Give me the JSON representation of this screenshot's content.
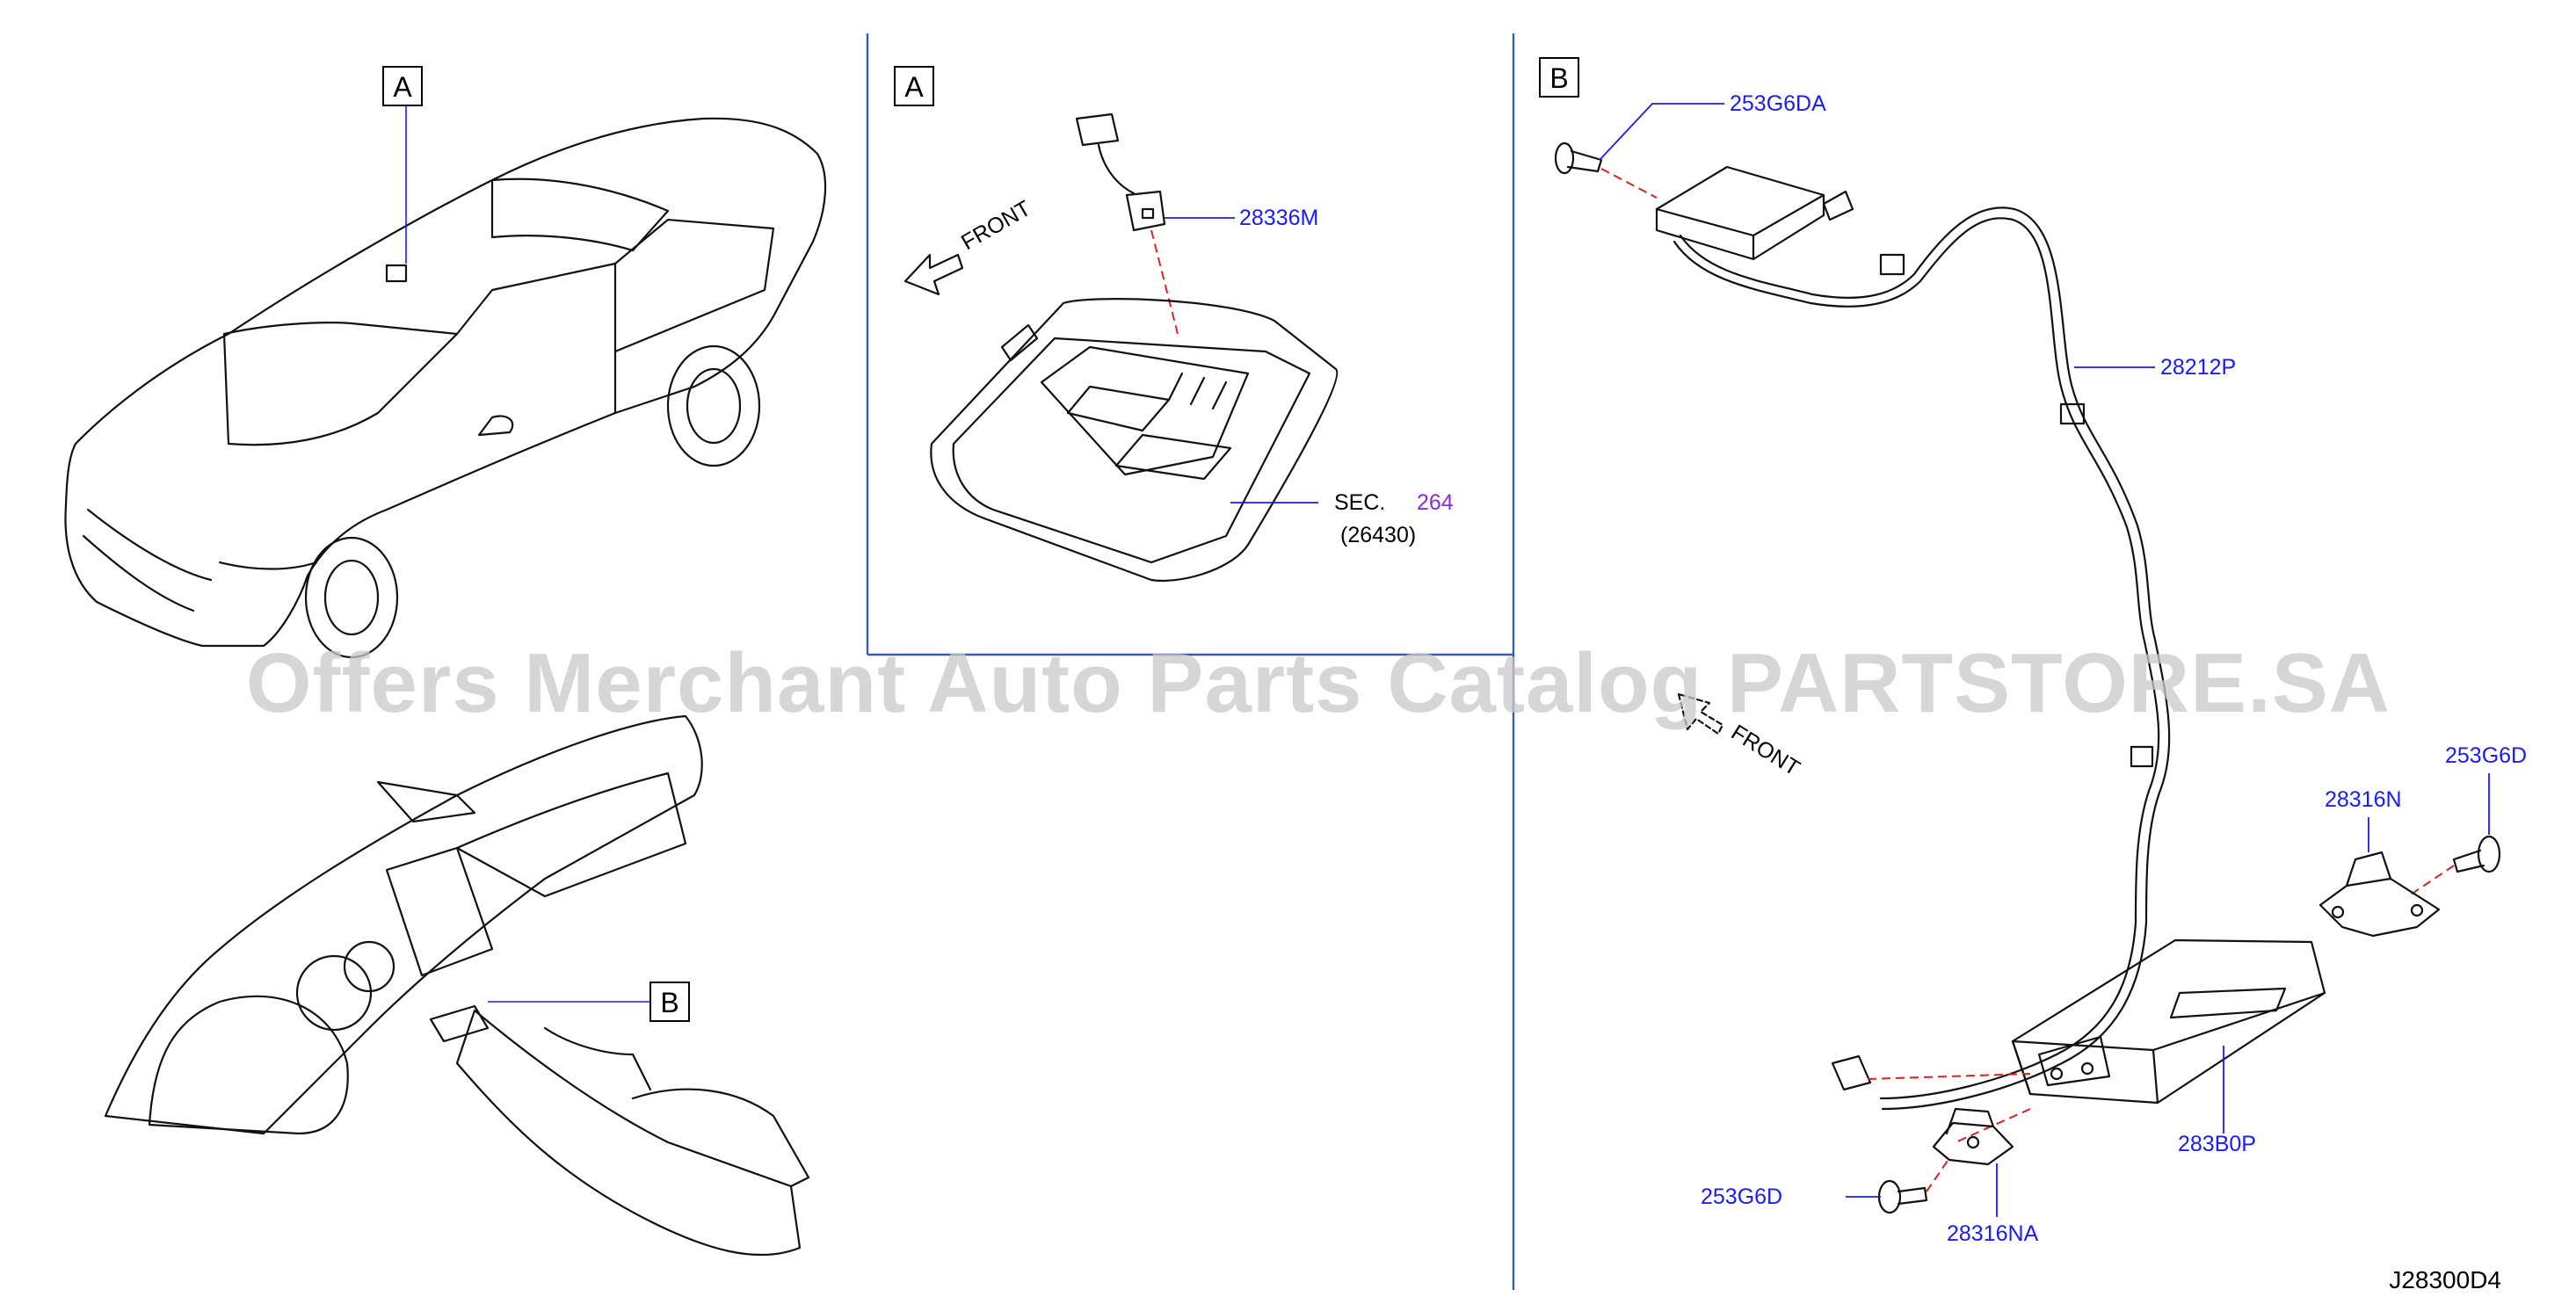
{
  "callouts": {
    "car_view_a": "A",
    "car_view_b": "B",
    "panel_a_title": "A",
    "panel_b_title": "B"
  },
  "panel_a": {
    "front_label": "FRONT",
    "part_28336M": "28336M",
    "sec_prefix": "SEC.",
    "sec_number": "264",
    "sec_sub": "(26430)"
  },
  "panel_b": {
    "front_label": "FRONT",
    "part_253G6DA": "253G6DA",
    "part_28212P": "28212P",
    "part_253G6D_right": "253G6D",
    "part_28316N": "28316N",
    "part_283B0P": "283B0P",
    "part_253G6D_left": "253G6D",
    "part_28316NA": "28316NA"
  },
  "diagram_id": "J28300D4",
  "watermark": "Offers Merchant Auto Parts Catalog PARTSTORE.SA",
  "colors": {
    "part_number": "#1a1aff",
    "section_ref": "#8a2be2",
    "divider": "#3a5fa8",
    "hidden_line": "#e02020",
    "watermark": "#c9c9c9"
  }
}
